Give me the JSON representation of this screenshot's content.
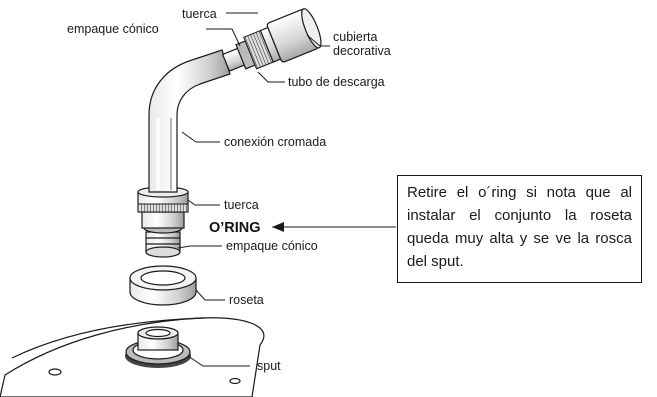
{
  "labels": {
    "tuerca_top": "tuerca",
    "empaque_top": "empaque cónico",
    "cubierta_1": "cubierta",
    "cubierta_2": "decorativa",
    "tubo": "tubo de descarga",
    "conexion": "conexión cromada",
    "tuerca_bottom": "tuerca",
    "oring": "O’RING",
    "empaque_bottom": "empaque cónico",
    "roseta": "roseta",
    "sput": "sput"
  },
  "note": {
    "text": "Retire el o´ring si nota que al instalar el conjunto la roseta queda muy alta y se ve la rosca del sput."
  }
}
